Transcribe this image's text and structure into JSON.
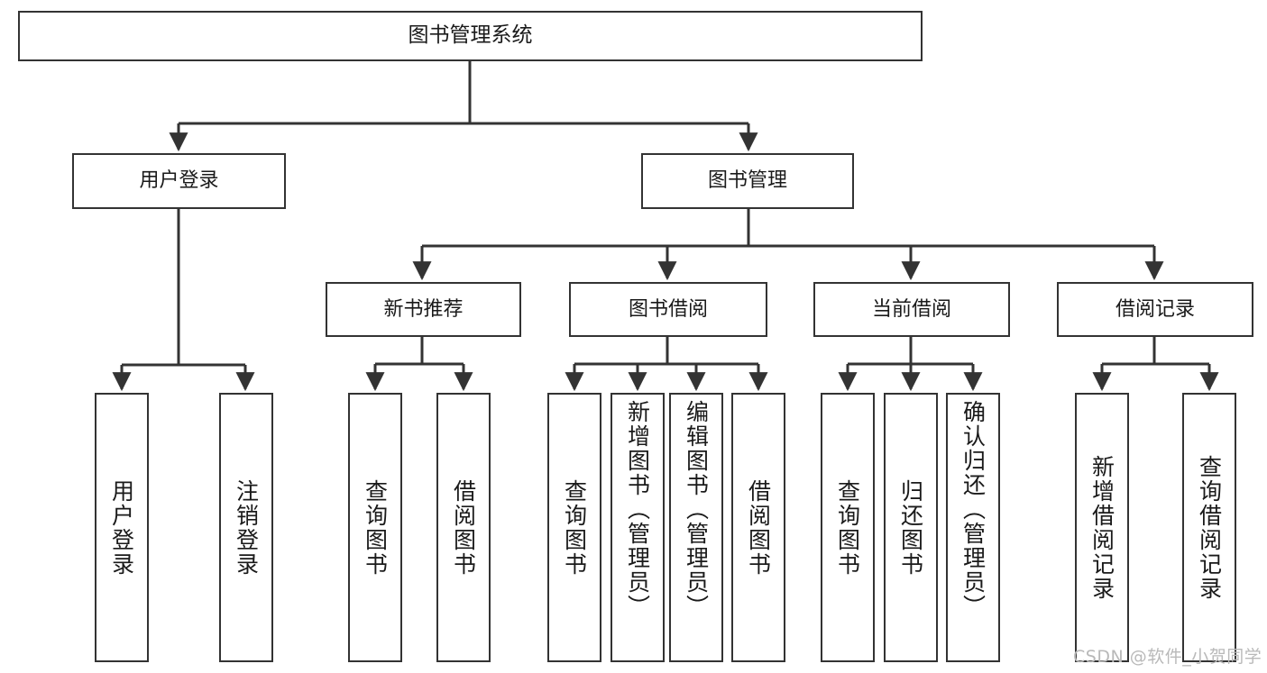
{
  "diagram": {
    "type": "tree-hierarchy-chart",
    "title": "图书管理系统",
    "orientation": "top-down",
    "colors": {
      "box_border": "#333333",
      "box_fill": "#ffffff",
      "connector": "#333333",
      "text": "#1a1a1a",
      "watermark": "#b9b9b9",
      "background": "#ffffff"
    },
    "root": {
      "label": "图书管理系统"
    },
    "level2": [
      {
        "id": "user-login",
        "label": "用户登录"
      },
      {
        "id": "book-management",
        "label": "图书管理"
      }
    ],
    "level3": [
      {
        "id": "new-book-recommend",
        "label": "新书推荐",
        "parent": "book-management"
      },
      {
        "id": "book-borrow",
        "label": "图书借阅",
        "parent": "book-management"
      },
      {
        "id": "current-borrow",
        "label": "当前借阅",
        "parent": "book-management"
      },
      {
        "id": "borrow-record",
        "label": "借阅记录",
        "parent": "book-management"
      }
    ],
    "leaves": {
      "user-login": [
        {
          "id": "leaf-user-login",
          "label": "用户登录"
        },
        {
          "id": "leaf-user-logout",
          "label": "注销登录"
        }
      ],
      "new-book-recommend": [
        {
          "id": "leaf-query-book-1",
          "label": "查询图书"
        },
        {
          "id": "leaf-borrow-book-1",
          "label": "借阅图书"
        }
      ],
      "book-borrow": [
        {
          "id": "leaf-query-book-2",
          "label": "查询图书"
        },
        {
          "id": "leaf-add-book",
          "label": "新增图书（管理员）"
        },
        {
          "id": "leaf-edit-book",
          "label": "编辑图书（管理员）"
        },
        {
          "id": "leaf-borrow-book-2",
          "label": "借阅图书"
        }
      ],
      "current-borrow": [
        {
          "id": "leaf-query-book-3",
          "label": "查询图书"
        },
        {
          "id": "leaf-return-book",
          "label": "归还图书"
        },
        {
          "id": "leaf-confirm-return",
          "label": "确认归还（管理员）"
        }
      ],
      "borrow-record": [
        {
          "id": "leaf-add-borrow-record",
          "label": "新增借阅记录"
        },
        {
          "id": "leaf-query-borrow-record",
          "label": "查询借阅记录"
        }
      ]
    }
  },
  "watermark": {
    "text": "CSDN @软件_小贺同学"
  }
}
